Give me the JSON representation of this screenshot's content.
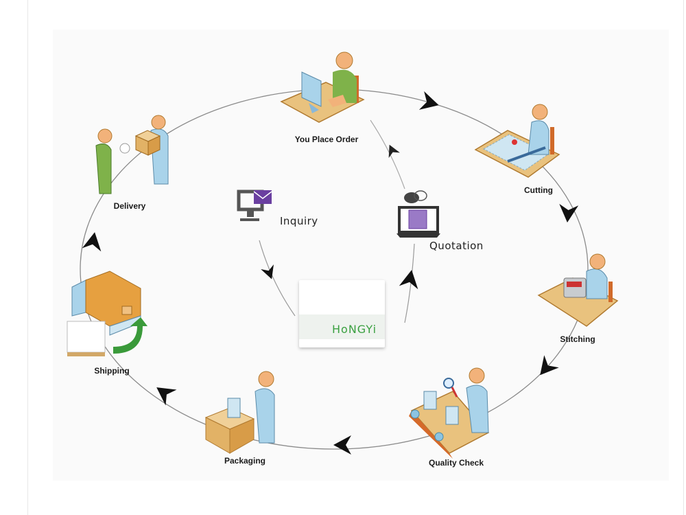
{
  "diagram": {
    "title": "Order Process Cycle",
    "steps": [
      {
        "id": "place-order",
        "label": "You Place Order"
      },
      {
        "id": "cutting",
        "label": "Cutting"
      },
      {
        "id": "stitching",
        "label": "Stitching"
      },
      {
        "id": "quality-check",
        "label": "Quality Check"
      },
      {
        "id": "packaging",
        "label": "Packaging"
      },
      {
        "id": "shipping",
        "label": "Shipping"
      },
      {
        "id": "delivery",
        "label": "Delivery"
      }
    ],
    "inner": {
      "inquiry": "Inquiry",
      "quotation": "Quotation",
      "logo_text": "HoNGYi"
    },
    "colors": {
      "arrow": "#111111",
      "ring": "#8a8a8a",
      "skin": "#f2b27a",
      "shirt_blue": "#a9d3ea",
      "shirt_green": "#7fb24a",
      "desk": "#e9c27e",
      "accent_purple": "#6a3fa0",
      "logo_green": "#3aa040"
    }
  }
}
